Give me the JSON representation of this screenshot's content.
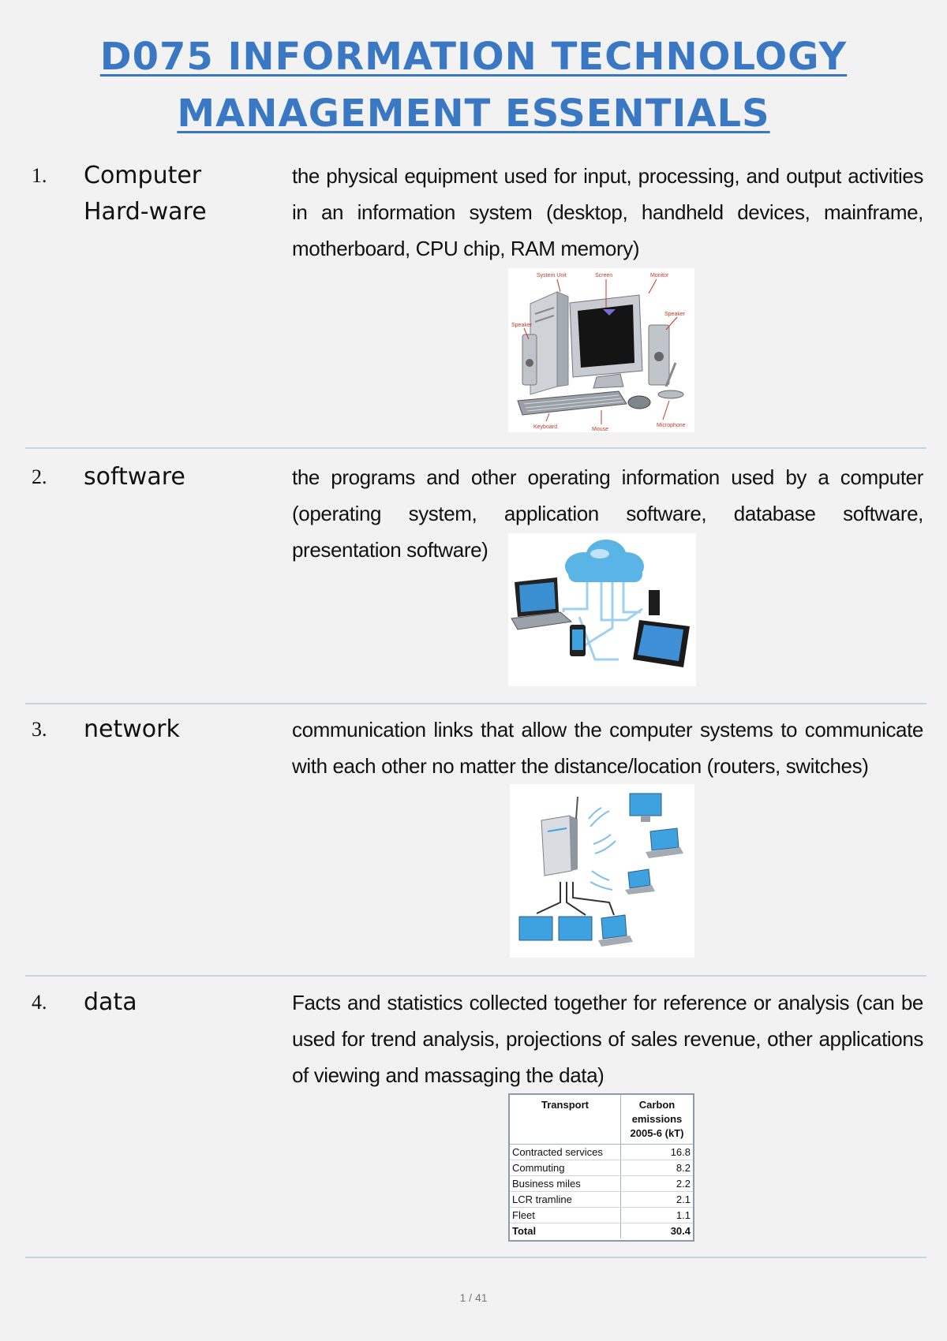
{
  "title": {
    "line1": "D075 INFORMATION TECHNOLOGY",
    "line2": "MANAGEMENT ESSENTIALS"
  },
  "entries": [
    {
      "number": "1.",
      "term": "Computer Hard-ware",
      "definition": "the physical equipment used for input, processing, and output activities in an information system (desktop, handheld devices, mainframe, motherboard, CPU chip, RAM memory)",
      "image_labels": [
        "System Unit",
        "Screen",
        "Monitor",
        "Speaker",
        "Speaker",
        "Keyboard",
        "Mouse",
        "Microphone"
      ]
    },
    {
      "number": "2.",
      "term": "software",
      "definition": "the programs and other operating information used by a computer (operating system, application software, database software, presentation software)"
    },
    {
      "number": "3.",
      "term": "network",
      "definition": "communication links that allow the computer systems to communicate with each other no matter the distance/location (routers, switches)"
    },
    {
      "number": "4.",
      "term": "data",
      "definition": "Facts and statistics collected together for reference or analysis (can be used for trend analysis, projections of sales revenue, other applications of viewing and massaging the data)",
      "table": {
        "headers": [
          "Transport",
          "Carbon emissions 2005-6 (kT)"
        ],
        "rows": [
          [
            "Contracted services",
            "16.8"
          ],
          [
            "Commuting",
            "8.2"
          ],
          [
            "Business miles",
            "2.2"
          ],
          [
            "LCR tramline",
            "2.1"
          ],
          [
            "Fleet",
            "1.1"
          ],
          [
            "Total",
            "30.4"
          ]
        ]
      }
    }
  ],
  "page_number": "1 / 41",
  "colors": {
    "title": "#3a78c3",
    "rule": "#c9d4e3",
    "cloud": "#5ab4e6",
    "monitor": "#3fa2e0"
  }
}
